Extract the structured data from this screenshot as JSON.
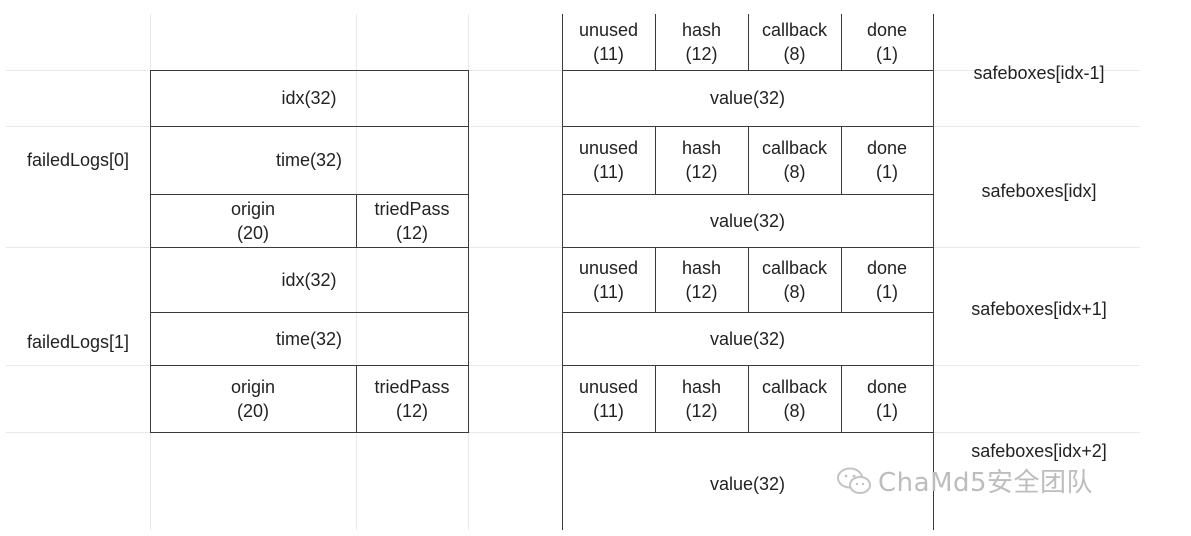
{
  "left_labels": [
    "failedLogs[0]",
    "failedLogs[1]"
  ],
  "right_labels": [
    "safeboxes[idx-1]",
    "safeboxes[idx]",
    "safeboxes[idx+1]",
    "safeboxes[idx+2]"
  ],
  "failed_log": {
    "idx": "idx(32)",
    "time": "time(32)",
    "origin_name": "origin",
    "origin_bits": "(20)",
    "triedpass_name": "triedPass",
    "triedpass_bits": "(12)"
  },
  "safebox": {
    "unused_name": "unused",
    "unused_bits": "(11)",
    "hash_name": "hash",
    "hash_bits": "(12)",
    "callback_name": "callback",
    "callback_bits": "(8)",
    "done_name": "done",
    "done_bits": "(1)",
    "value": "value(32)"
  },
  "watermark": "ChaMd5安全团队",
  "colors": {
    "grid_light": "#e9e9e9",
    "grid_dark": "#3a3a3a",
    "watermark": "#bdbdbd"
  }
}
